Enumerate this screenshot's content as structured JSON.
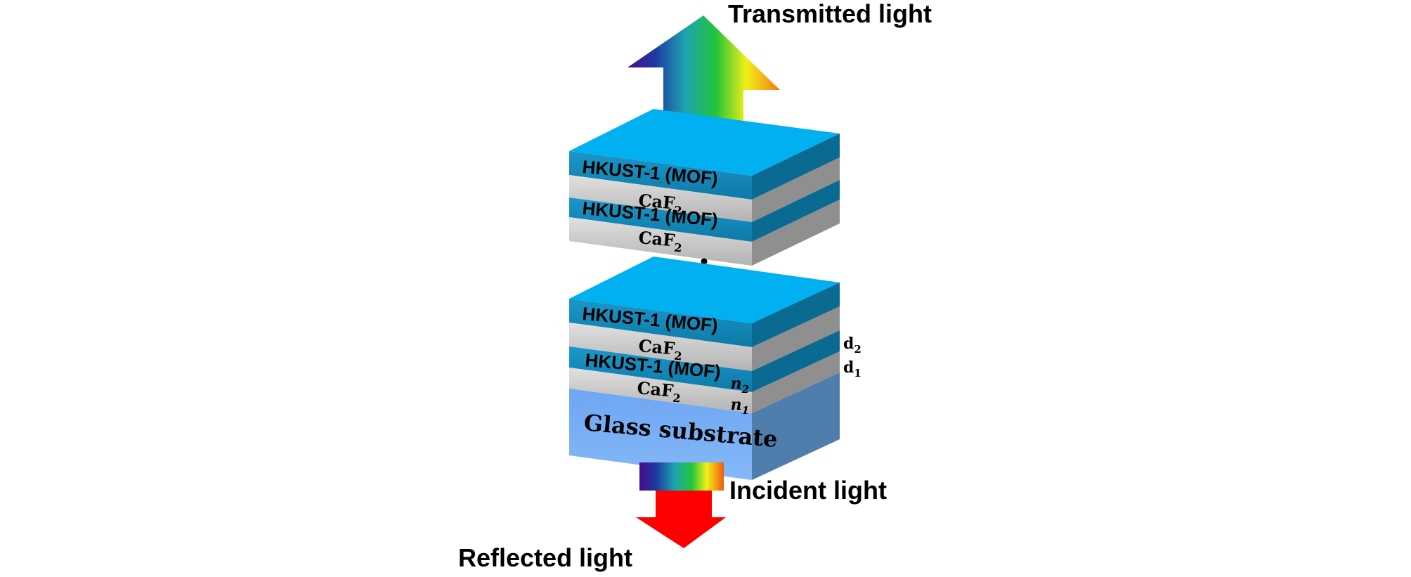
{
  "labels": {
    "transmitted": "Transmitted light",
    "incident": "Incident light",
    "reflected": "Reflected light",
    "glass": "Glass substrate"
  },
  "layers": {
    "mof": "HKUST-1 (MOF)",
    "caf_base": "CaF",
    "caf_sub": "2"
  },
  "symbols": {
    "d2_base": "d",
    "d2_sub": "2",
    "d1_base": "d",
    "d1_sub": "1",
    "n2_base": "n",
    "n2_sub": "2",
    "n1_base": "n",
    "n1_sub": "1"
  },
  "colors": {
    "mof_front": "#1388b9",
    "mof_top": "#00b0f0",
    "mof_side": "#0a6a92",
    "caf_front": "#c4c4c4",
    "caf_side": "#8f8f8f",
    "glass_front": "#79aef5",
    "glass_side": "#4f7eac",
    "reflected": "#ff0000"
  }
}
